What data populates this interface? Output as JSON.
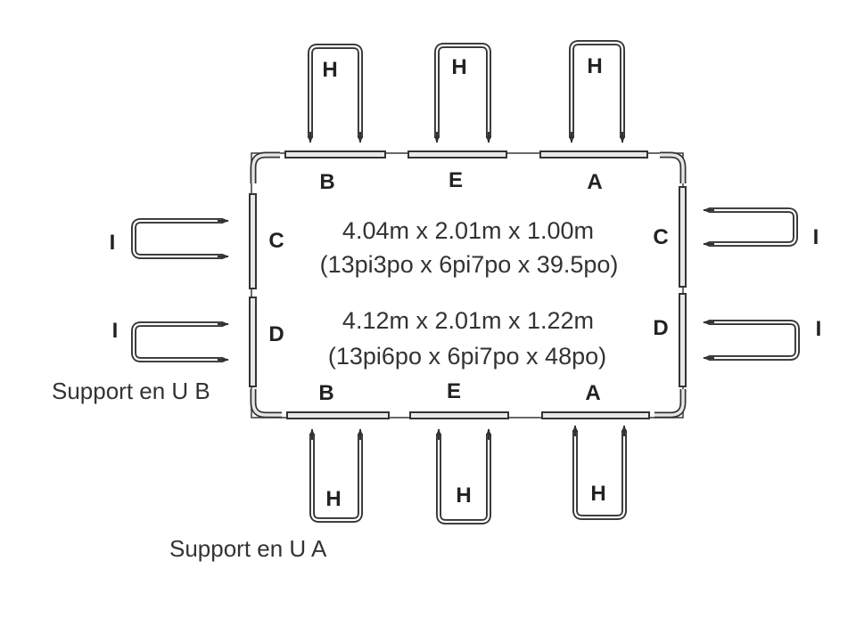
{
  "diagram": {
    "config_1": {
      "metric": "4.04m x 2.01m x 1.00m",
      "imperial": "(13pi3po x 6pi7po x 39.5po)"
    },
    "config_2": {
      "metric": "4.12m x 2.01m x 1.22m",
      "imperial": "(13pi6po x 6pi7po x 48po)"
    },
    "labels": {
      "a": "A",
      "b": "B",
      "c": "C",
      "d": "D",
      "e": "E",
      "h": "H",
      "i": "I"
    },
    "support_a": "Support en U A",
    "support_b": "Support en U B"
  }
}
